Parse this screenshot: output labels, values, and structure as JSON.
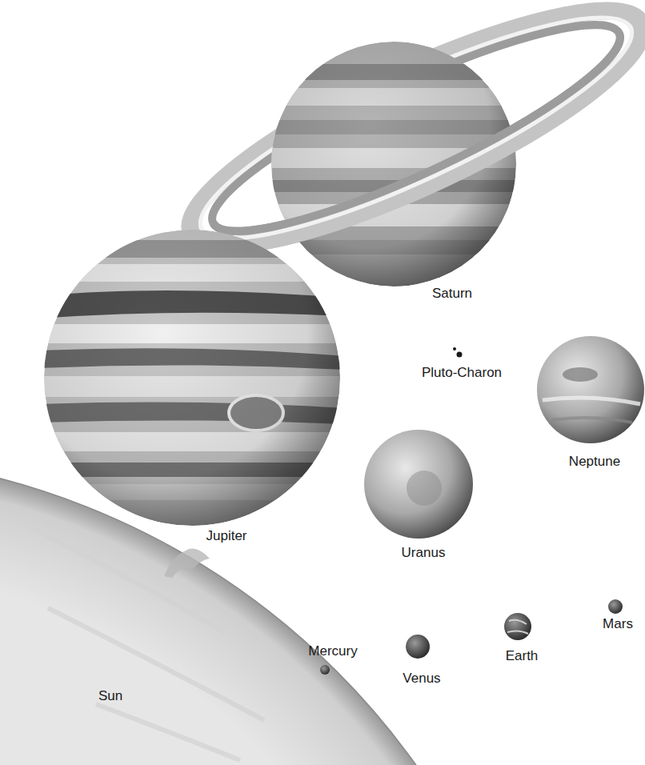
{
  "diagram": {
    "labels": [
      "Saturn",
      "Pluto-Charon",
      "Neptune",
      "Jupiter",
      "Uranus",
      "Mars",
      "Mercury",
      "Venus",
      "Earth",
      "Sun"
    ]
  }
}
